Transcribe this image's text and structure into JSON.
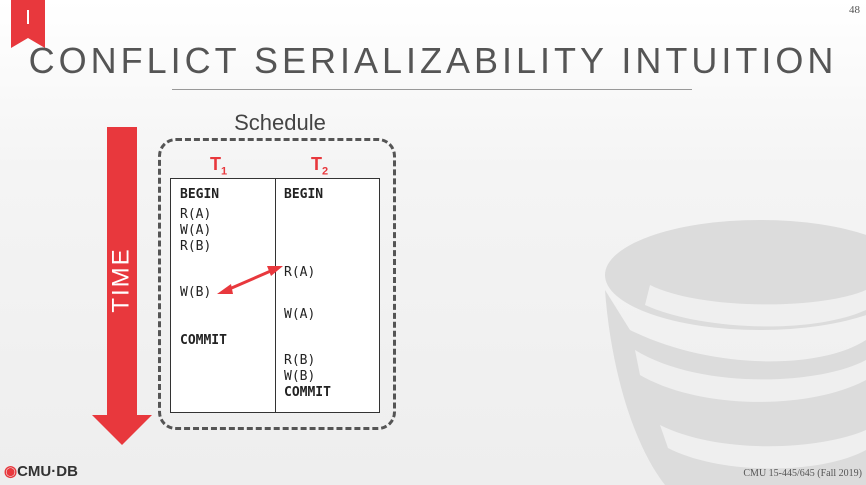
{
  "slide": {
    "page_number": "48",
    "title": "CONFLICT SERIALIZABILITY INTUITION",
    "footer": "CMU 15-445/645 (Fall 2019)",
    "logo_text": "CMU·DB"
  },
  "time_label": "TIME",
  "schedule": {
    "label": "Schedule",
    "t1_label": "T",
    "t1_sub": "1",
    "t2_label": "T",
    "t2_sub": "2",
    "t1_ops": [
      "BEGIN",
      "R(A)",
      "W(A)",
      "R(B)",
      "W(B)",
      "COMMIT"
    ],
    "t2_ops": [
      "BEGIN",
      "R(A)",
      "W(A)",
      "R(B)",
      "W(B)",
      "COMMIT"
    ]
  },
  "colors": {
    "accent": "#e8383d",
    "text": "#555555"
  }
}
